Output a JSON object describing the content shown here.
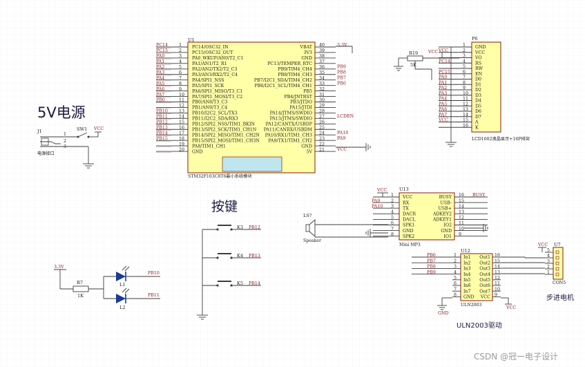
{
  "labels": {
    "power_5v": "5V电源",
    "keys": "按键",
    "stepper": "步进电机",
    "uln_drive": "ULN2003驱动",
    "watermark": "CSDN @冠一电子设计"
  },
  "u1": {
    "ref": "U1",
    "caption": "STM32F103C8T6最小系统模块",
    "left": [
      {
        "num": "1",
        "pin": "PC14/OSC32_IN",
        "net": "PC14"
      },
      {
        "num": "2",
        "pin": "PC15/OSC32_OUT",
        "net": "PC15"
      },
      {
        "num": "3",
        "pin": "PA0_WKUP/AN0/T2_C1",
        "net": "PA0"
      },
      {
        "num": "4",
        "pin": "PA1/AN1/T2_R1",
        "net": "PA1"
      },
      {
        "num": "5",
        "pin": "PA2/AN2/TX2/T2_C3",
        "net": "PA2"
      },
      {
        "num": "6",
        "pin": "PA3/AN3/RX2/T2_C4",
        "net": "PA3"
      },
      {
        "num": "7",
        "pin": "PA4/SPI1_NSS",
        "net": "PA4"
      },
      {
        "num": "8",
        "pin": "PA5/SPI1_SCK",
        "net": "PA5"
      },
      {
        "num": "9",
        "pin": "PA6/SPI1_MISO/T3_C1",
        "net": "PA6"
      },
      {
        "num": "10",
        "pin": "PA7/SPI1_MOSI/T3_C2",
        "net": "PA7"
      },
      {
        "num": "11",
        "pin": "PB0/AN8/T3_C3",
        "net": "PB0"
      },
      {
        "num": "12",
        "pin": "PB1/AN9/T3_C4",
        "net": ""
      },
      {
        "num": "13",
        "pin": "PB10/I2C2_SCL/TX3",
        "net": "PB10"
      },
      {
        "num": "14",
        "pin": "PB11/I2C2_SDA/RX3",
        "net": "PB11"
      },
      {
        "num": "15",
        "pin": "PB12/SPI2_NSS/TIM1_BKIN",
        "net": "PB12"
      },
      {
        "num": "16",
        "pin": "PB13/SPI2_SCK/TIM1_CH1N",
        "net": "PB13"
      },
      {
        "num": "17",
        "pin": "PB14/SPI2_MISO/TIM1_CH2N",
        "net": "PB14"
      },
      {
        "num": "18",
        "pin": "PB15/SPI2_MOSI/TIM1_CH3N",
        "net": "PB15"
      },
      {
        "num": "19",
        "pin": "PA8/TIM1_CH1",
        "net": ""
      },
      {
        "num": "20",
        "pin": "GND",
        "net": ""
      }
    ],
    "right": [
      {
        "num": "40",
        "pin": "VBAT",
        "net": "3.3V"
      },
      {
        "num": "39",
        "pin": "3V3",
        "net": ""
      },
      {
        "num": "38",
        "pin": "GND",
        "net": ""
      },
      {
        "num": "37",
        "pin": "PC13/TEMPER_RTC",
        "net": ""
      },
      {
        "num": "36",
        "pin": "PB9/TIM4_CH4",
        "net": "PB9"
      },
      {
        "num": "35",
        "pin": "PB8/TIM4_CH3",
        "net": "PB8"
      },
      {
        "num": "34",
        "pin": "PB7/I2C1_SDA/TIM4_CH2",
        "net": "PB7"
      },
      {
        "num": "33",
        "pin": "PB6/I2C1_SCL/TIM4_CH1",
        "net": "PB6"
      },
      {
        "num": "32",
        "pin": "PB5",
        "net": ""
      },
      {
        "num": "31",
        "pin": "PB4/JNTRST",
        "net": ""
      },
      {
        "num": "30",
        "pin": "PB3/JTDO",
        "net": ""
      },
      {
        "num": "29",
        "pin": "PA15/JTDI",
        "net": ""
      },
      {
        "num": "28",
        "pin": "PA14/JTMS/SWDIO",
        "net": ""
      },
      {
        "num": "27",
        "pin": "PA13/JTMS/SWDIO",
        "net": "LCDEN"
      },
      {
        "num": "26",
        "pin": "PA12/CANTX/USBDP",
        "net": ""
      },
      {
        "num": "25",
        "pin": "PA11/CANRX/USBDM",
        "net": ""
      },
      {
        "num": "24",
        "pin": "PA10/RX1/TIM1_CH3",
        "net": "PA10"
      },
      {
        "num": "23",
        "pin": "PA9/TX1/TIM1_CH2",
        "net": "PA9"
      },
      {
        "num": "22",
        "pin": "GND",
        "net": ""
      },
      {
        "num": "21",
        "pin": "5V",
        "net": "VCC"
      }
    ]
  },
  "p6": {
    "ref": "P6",
    "caption": "LCD1602液晶显示+16P排突",
    "r19_ref": "R19",
    "r19_val": "5K",
    "vcc": "VCC",
    "pins": [
      {
        "num": "1",
        "pin": "GND",
        "net": ""
      },
      {
        "num": "2",
        "pin": "VCC",
        "net": "VCC"
      },
      {
        "num": "3",
        "pin": "VO",
        "net": ""
      },
      {
        "num": "4",
        "pin": "RS",
        "net": "PC14"
      },
      {
        "num": "5",
        "pin": "RW",
        "net": ""
      },
      {
        "num": "6",
        "pin": "EN",
        "net": "PC15"
      },
      {
        "num": "7",
        "pin": "D0",
        "net": "PA0"
      },
      {
        "num": "8",
        "pin": "D1",
        "net": "PA1"
      },
      {
        "num": "9",
        "pin": "D2",
        "net": "PA2"
      },
      {
        "num": "10",
        "pin": "D3",
        "net": "PA3"
      },
      {
        "num": "11",
        "pin": "D4",
        "net": "PA4"
      },
      {
        "num": "12",
        "pin": "D5",
        "net": "PA5"
      },
      {
        "num": "13",
        "pin": "D6",
        "net": "PA6"
      },
      {
        "num": "14",
        "pin": "D7",
        "net": "PA7"
      },
      {
        "num": "15",
        "pin": "A",
        "net": "VCC"
      },
      {
        "num": "16",
        "pin": "K",
        "net": ""
      }
    ]
  },
  "power": {
    "j1": "J1",
    "j1_caption": "电源接口",
    "sw1": "SW1",
    "vcc": "VCC",
    "pin1": "1",
    "pin2": "2",
    "pin3": "3"
  },
  "keys": [
    {
      "ref": "K3",
      "net": "PB12"
    },
    {
      "ref": "K4",
      "net": "PB13"
    },
    {
      "ref": "K5",
      "net": "PB14"
    }
  ],
  "leds": {
    "supply": "3.3V",
    "r_ref": "R7",
    "r_val": "1K",
    "l1": "L1",
    "l2": "L2",
    "net1": "PB10",
    "net2": "PB11"
  },
  "u13": {
    "ref": "U13",
    "caption": "Mini MP3",
    "speaker": "LS?",
    "speaker_caption": "Speaker",
    "vcc": "VCC",
    "left_nets": [
      "",
      "PA9",
      "PA10",
      "",
      "",
      "",
      "",
      ""
    ],
    "left": [
      "VCC",
      "RX",
      "TX",
      "DACR",
      "DACL",
      "SPK1",
      "GND",
      "SPK2"
    ],
    "left_nums": [
      "1",
      "2",
      "3",
      "4",
      "5",
      "6",
      "7",
      "8"
    ],
    "right": [
      {
        "num": "16",
        "pin": "BUSY",
        "net": "BUSY"
      },
      {
        "num": "15",
        "pin": "USB-",
        "net": ""
      },
      {
        "num": "14",
        "pin": "USB+",
        "net": ""
      },
      {
        "num": "13",
        "pin": "ADKEY2",
        "net": ""
      },
      {
        "num": "12",
        "pin": "ADKEY1",
        "net": ""
      },
      {
        "num": "11",
        "pin": "IO2",
        "net": ""
      },
      {
        "num": "10",
        "pin": "GND",
        "net": ""
      },
      {
        "num": "9",
        "pin": "IO1",
        "net": ""
      }
    ]
  },
  "u12": {
    "ref": "U12",
    "caption": "ULN2003",
    "gnd": "GND",
    "vcc": "VCC",
    "in_nets": [
      "PB6",
      "PB7",
      "PB8",
      "PB9",
      "",
      "",
      "",
      ""
    ],
    "left_nums": [
      "1",
      "2",
      "3",
      "4",
      "5",
      "6",
      "7",
      "8"
    ],
    "left": [
      "In1",
      "In2",
      "In3",
      "In4",
      "In5",
      "In6",
      "In7",
      "GND"
    ],
    "right": [
      "Out1",
      "Out2",
      "Out3",
      "Out4",
      "Out5",
      "Out6",
      "Out7",
      "VCC"
    ],
    "right_nums": [
      "16",
      "15",
      "14",
      "13",
      "12",
      "11",
      "10",
      "9"
    ]
  },
  "u7": {
    "ref": "U7",
    "caption": "CON5",
    "vcc": "VCC",
    "nums": [
      "5",
      "4",
      "3",
      "2",
      "1"
    ]
  }
}
